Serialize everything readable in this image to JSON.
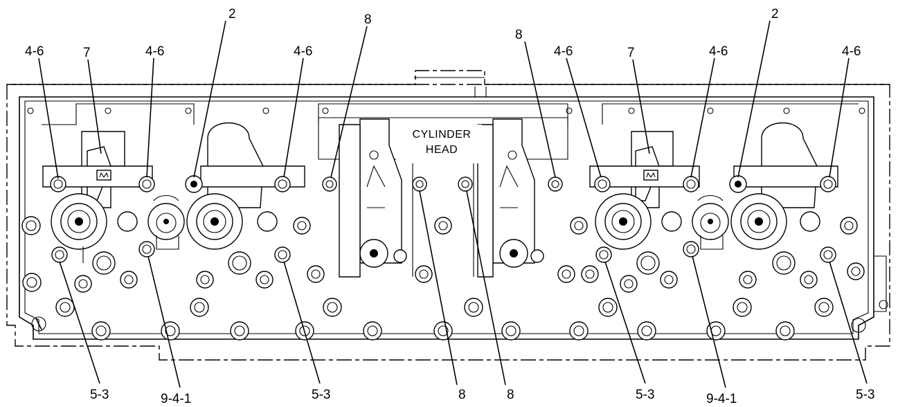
{
  "header": {
    "line1": "CYLINDER",
    "line2": "HEAD"
  },
  "callouts": {
    "top": [
      {
        "id": "c1",
        "text": "4-6"
      },
      {
        "id": "c2",
        "text": "7"
      },
      {
        "id": "c3",
        "text": "4-6"
      },
      {
        "id": "c4",
        "text": "2"
      },
      {
        "id": "c5",
        "text": "4-6"
      },
      {
        "id": "c6",
        "text": "8"
      },
      {
        "id": "c7",
        "text": "8"
      },
      {
        "id": "c8",
        "text": "4-6"
      },
      {
        "id": "c9",
        "text": "7"
      },
      {
        "id": "c10",
        "text": "4-6"
      },
      {
        "id": "c11",
        "text": "2"
      },
      {
        "id": "c12",
        "text": "4-6"
      }
    ],
    "bottom": [
      {
        "id": "b1",
        "text": "5-3"
      },
      {
        "id": "b2",
        "text": "9-4-1"
      },
      {
        "id": "b3",
        "text": "5-3"
      },
      {
        "id": "b4",
        "text": "8"
      },
      {
        "id": "b5",
        "text": "8"
      },
      {
        "id": "b6",
        "text": "5-3"
      },
      {
        "id": "b7",
        "text": "9-4-1"
      },
      {
        "id": "b8",
        "text": "5-3"
      }
    ]
  }
}
